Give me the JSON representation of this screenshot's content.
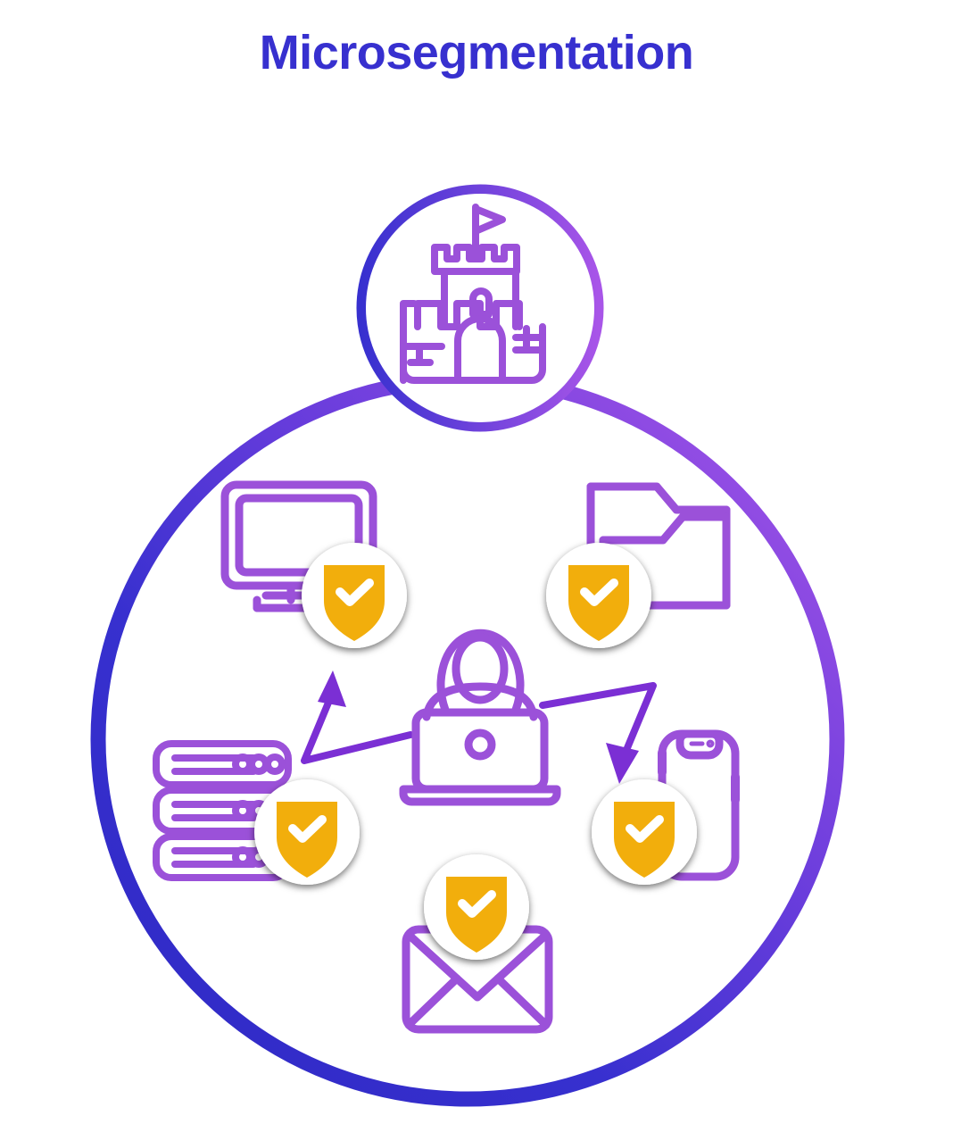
{
  "title": "Microsegmentation",
  "colors": {
    "title": "#3730cf",
    "ring_start": "#3730cf",
    "ring_end": "#9b4ddb",
    "icon_outline": "#9b51d9",
    "shield_fill": "#F2AE0C",
    "shield_check": "#ffffff",
    "badge_bg": "#ffffff",
    "arrow": "#7b2fd4",
    "castle_outline": "#9b51d9"
  },
  "center_node": {
    "name": "castle-icon",
    "label": "castle",
    "description": "Fortified castle icon representing the protected perimeter"
  },
  "hub": {
    "name": "user-laptop-icon",
    "label": "user-at-laptop",
    "description": "Person working at a laptop at the center of the segmented network"
  },
  "ring": {
    "name": "perimeter-ring",
    "label": "network perimeter"
  },
  "arrows": [
    {
      "name": "attack-arrow-left",
      "label": "lateral movement attempt left",
      "direction": "up-left"
    },
    {
      "name": "attack-arrow-right",
      "label": "lateral movement attempt right",
      "direction": "down-right"
    }
  ],
  "segments": [
    {
      "id": "monitor",
      "icon": "monitor-icon",
      "label": "Workstation",
      "badge": "shield-check-icon",
      "badge_label": "Protected"
    },
    {
      "id": "folder",
      "icon": "folder-icon",
      "label": "File Share",
      "badge": "shield-check-icon",
      "badge_label": "Protected"
    },
    {
      "id": "server",
      "icon": "server-rack-icon",
      "label": "Servers",
      "badge": "shield-check-icon",
      "badge_label": "Protected"
    },
    {
      "id": "phone",
      "icon": "smartphone-icon",
      "label": "Mobile Device",
      "badge": "shield-check-icon",
      "badge_label": "Protected"
    },
    {
      "id": "email",
      "icon": "envelope-icon",
      "label": "Email",
      "badge": "shield-check-icon",
      "badge_label": "Protected"
    }
  ]
}
